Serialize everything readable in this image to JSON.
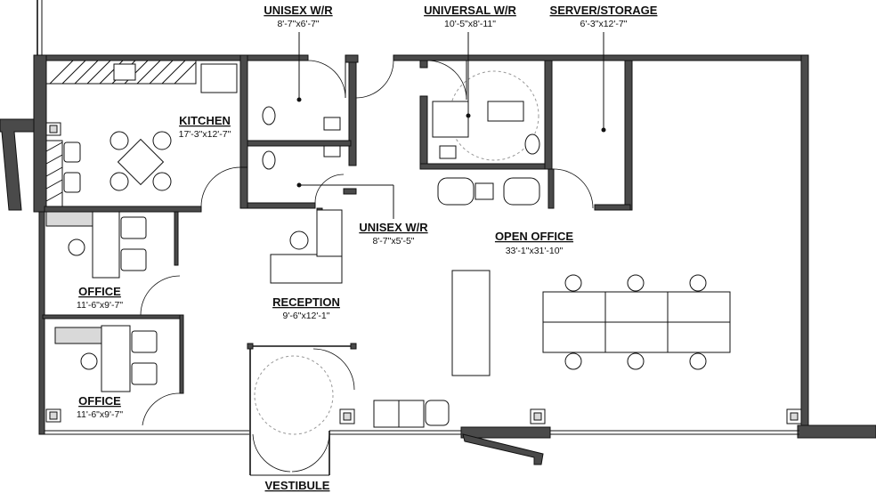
{
  "rooms": {
    "unisex_wr_top": {
      "name": "UNISEX W/R",
      "dims": "8'-7\"x6'-7\""
    },
    "universal_wr": {
      "name": "UNIVERSAL W/R",
      "dims": "10'-5\"x8'-11\""
    },
    "server_storage": {
      "name": "SERVER/STORAGE",
      "dims": "6'-3\"x12'-7\""
    },
    "kitchen": {
      "name": "KITCHEN",
      "dims": "17'-3\"x12'-7\""
    },
    "unisex_wr_bottom": {
      "name": "UNISEX W/R",
      "dims": "8'-7\"x5'-5\""
    },
    "open_office": {
      "name": "OPEN OFFICE",
      "dims": "33'-1\"x31'-10\""
    },
    "office_top": {
      "name": "OFFICE",
      "dims": "11'-6\"x9'-7\""
    },
    "reception": {
      "name": "RECEPTION",
      "dims": "9'-6\"x12'-1\""
    },
    "office_bottom": {
      "name": "OFFICE",
      "dims": "11'-6\"x9'-7\""
    },
    "vestibule": {
      "name": "VESTIBULE",
      "dims": ""
    }
  }
}
